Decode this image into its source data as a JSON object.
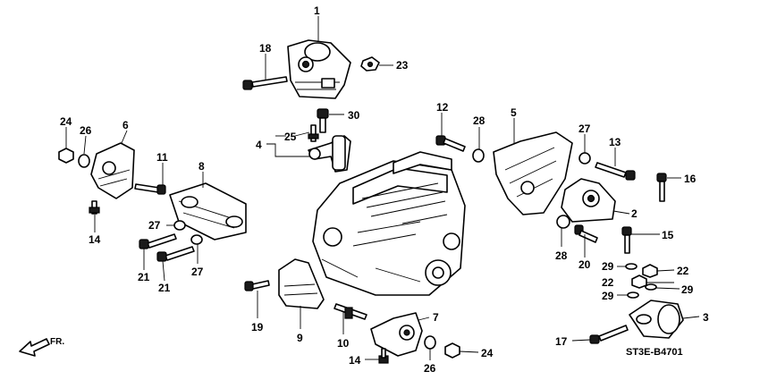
{
  "diagram": {
    "code": "ST3E-B4701",
    "front_label": "FR.",
    "callouts": {
      "c1": "1",
      "c18": "18",
      "c23": "23",
      "c30": "30",
      "c4": "4",
      "c25": "25",
      "c24a": "24",
      "c26a": "26",
      "c6": "6",
      "c11": "11",
      "c8": "8",
      "c14a": "14",
      "c27a": "27",
      "c21a": "21",
      "c21b": "21",
      "c27b": "27",
      "c12": "12",
      "c28a": "28",
      "c5": "5",
      "c27c": "27",
      "c13": "13",
      "c16": "16",
      "c2": "2",
      "c28b": "28",
      "c20": "20",
      "c15": "15",
      "c29a": "29",
      "c22a": "22",
      "c22b": "22",
      "c29b": "29",
      "c29c": "29",
      "c3": "3",
      "c17": "17",
      "c19": "19",
      "c9": "9",
      "c10": "10",
      "c7": "7",
      "c14b": "14",
      "c26b": "26",
      "c24b": "24"
    }
  }
}
